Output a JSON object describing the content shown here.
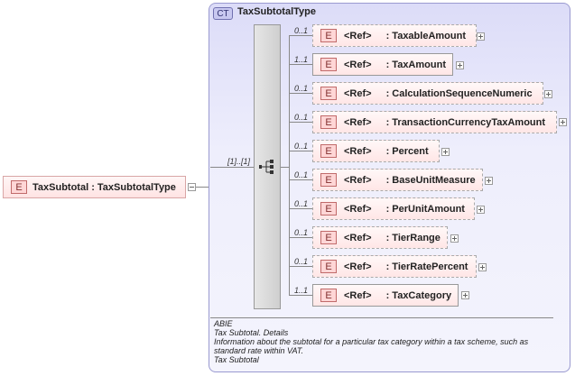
{
  "root": {
    "badge": "E",
    "label": "TaxSubtotal : TaxSubtotalType"
  },
  "complex_type": {
    "badge": "CT",
    "title": "TaxSubtotalType"
  },
  "sequence": {
    "occurrence": "[1]..[1]"
  },
  "children": [
    {
      "occ": "0..1",
      "badge": "E",
      "ref": "<Ref>",
      "name": ": TaxableAmount",
      "optional": true
    },
    {
      "occ": "1..1",
      "badge": "E",
      "ref": "<Ref>",
      "name": ": TaxAmount",
      "optional": false
    },
    {
      "occ": "0..1",
      "badge": "E",
      "ref": "<Ref>",
      "name": ": CalculationSequenceNumeric",
      "optional": true
    },
    {
      "occ": "0..1",
      "badge": "E",
      "ref": "<Ref>",
      "name": ": TransactionCurrencyTaxAmount",
      "optional": true
    },
    {
      "occ": "0..1",
      "badge": "E",
      "ref": "<Ref>",
      "name": ": Percent",
      "optional": true
    },
    {
      "occ": "0..1",
      "badge": "E",
      "ref": "<Ref>",
      "name": ": BaseUnitMeasure",
      "optional": true
    },
    {
      "occ": "0..1",
      "badge": "E",
      "ref": "<Ref>",
      "name": ": PerUnitAmount",
      "optional": true
    },
    {
      "occ": "0..1",
      "badge": "E",
      "ref": "<Ref>",
      "name": ": TierRange",
      "optional": true
    },
    {
      "occ": "0..1",
      "badge": "E",
      "ref": "<Ref>",
      "name": ": TierRatePercent",
      "optional": true
    },
    {
      "occ": "1..1",
      "badge": "E",
      "ref": "<Ref>",
      "name": ": TaxCategory",
      "optional": false
    }
  ],
  "documentation": [
    "ABIE",
    "Tax Subtotal. Details",
    "Information about the subtotal for a particular tax category within a tax scheme, such as standard rate within VAT.",
    "Tax Subtotal"
  ]
}
